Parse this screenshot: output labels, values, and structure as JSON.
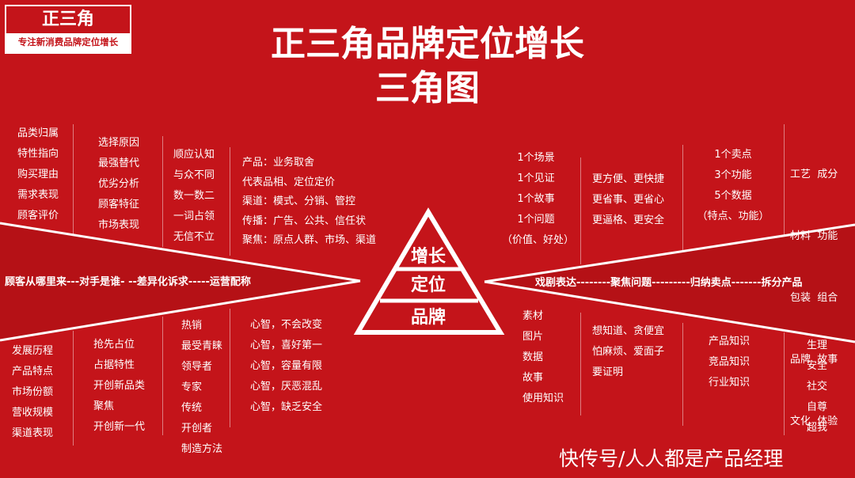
{
  "logo": {
    "name": "正三角",
    "tagline": "专注新消费品牌定位增长"
  },
  "title": {
    "line1": "正三角品牌定位增长",
    "line2": "三角图"
  },
  "pyramid": {
    "top": "增长",
    "middle": "定位",
    "bottom": "品牌"
  },
  "left_axis": "顾客从哪里来---对手是谁- --差异化诉求-----运营配称",
  "right_axis": "戏剧表达--------聚焦问题---------归纳卖点-------拆分产品",
  "top_left": {
    "c1": [
      "品类归属",
      "特性指向",
      "购买理由",
      "需求表现",
      "顾客评价"
    ],
    "c2": [
      "选择原因",
      "最强替代",
      "优劣分析",
      "顾客特征",
      "市场表现"
    ],
    "c3": [
      "顺应认知",
      "与众不同",
      "数一数二",
      "一词占领",
      "无信不立"
    ],
    "c4": [
      "产品：业务取舍",
      "代表品相、定位定价",
      "渠道：模式、分销、管控",
      "传播：广告、公共、信任状",
      "聚焦：原点人群、市场、渠道"
    ]
  },
  "top_right": {
    "c1": [
      "1个场景",
      "1个见证",
      "1个故事",
      "1个问题",
      "（价值、好处）"
    ],
    "c2": [
      "更方便、更快捷",
      "更省事、更省心",
      "更逼格、更安全"
    ],
    "c3": [
      "1个卖点",
      "3个功能",
      "5个数据",
      "（特点、功能）"
    ],
    "c4": [
      "工艺  成分",
      "材料  功能",
      "包装  组合",
      "品牌  故事",
      "文化  体验"
    ]
  },
  "bottom_left": {
    "c1": [
      "发展历程",
      "产品特点",
      "市场份额",
      "营收规模",
      "渠道表现"
    ],
    "c2": [
      "抢先占位",
      "占据特性",
      "开创新品类",
      "聚焦",
      "开创新一代"
    ],
    "c3": [
      "热销",
      "最受青睐",
      "领导者",
      "专家",
      "传统",
      "开创者",
      "制造方法"
    ],
    "c4": [
      "心智，不会改变",
      "心智，喜好第一",
      "心智，容量有限",
      "心智，厌恶混乱",
      "心智，缺乏安全"
    ]
  },
  "bottom_right": {
    "c1": [
      "素材",
      "图片",
      "数据",
      "故事",
      "使用知识"
    ],
    "c2": [
      "想知道、贪便宜",
      "怕麻烦、爱面子",
      "要证明"
    ],
    "c3": [
      "产品知识",
      "竞品知识",
      "行业知识"
    ],
    "c4": [
      "生理",
      "安全",
      "社交",
      "自尊",
      "超我"
    ]
  },
  "watermark": "快传号/人人都是产品经理"
}
